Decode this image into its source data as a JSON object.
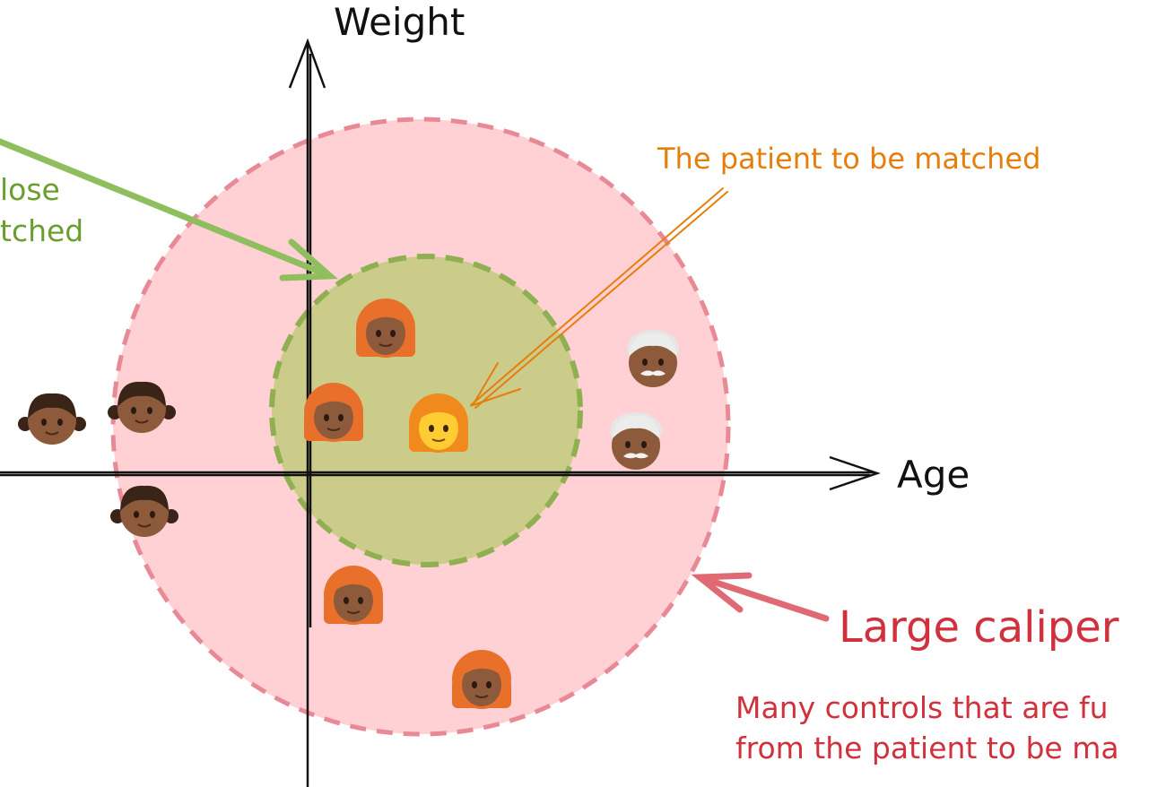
{
  "axes": {
    "y_label": "Weight",
    "x_label": "Age"
  },
  "annotations": {
    "patient": "The patient to be matched",
    "close_line1": "lose",
    "close_line2": "tched",
    "large_caliper": "Large caliper",
    "many_line1": "Many controls that are fu",
    "many_line2": "from the patient to be ma"
  },
  "colors": {
    "outer_fill": "#ffcdd2",
    "outer_stroke": "#e88a95",
    "inner_fill": "#cbcb8a",
    "inner_stroke": "#8fb051",
    "green": "#6a9e2d",
    "orange": "#e67e0c",
    "red": "#d0313d",
    "axis": "#111111"
  },
  "icons": {
    "target": "woman-red-hair-yellow-icon",
    "red_hair_woman": "woman-red-hair-dark-icon",
    "old_man": "old-man-white-hair-icon",
    "girl": "girl-pigtails-icon"
  }
}
